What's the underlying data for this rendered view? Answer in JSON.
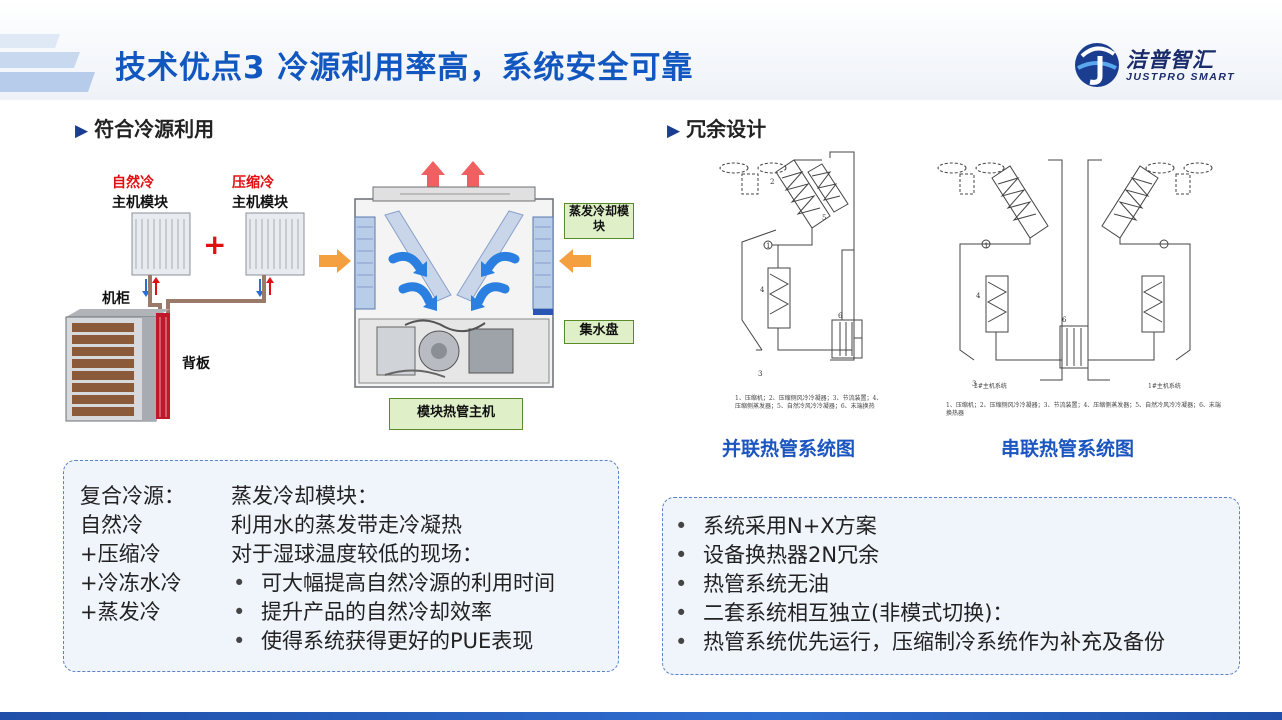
{
  "header": {
    "title": "技术优点3  冷源利用率高，系统安全可靠",
    "logo_name": "洁普智汇",
    "logo_sub": "JUSTPRO SMART",
    "accent": "#1257c0"
  },
  "left": {
    "section_title": "符合冷源利用",
    "natural_cool": "自然冷",
    "compress_cool": "压缩冷",
    "host_module": "主机模块",
    "plus": "+",
    "cabinet": "机柜",
    "back_panel": "背板",
    "evap_module": "蒸发冷却模块",
    "water_tray": "集水盘",
    "unit_caption": "模块热管主机",
    "box": {
      "col1": [
        "复合冷源：",
        "自然冷",
        "+压缩冷",
        "+冷冻水冷",
        "+蒸发冷"
      ],
      "col2_lines": [
        "蒸发冷却模块：",
        "利用水的蒸发带走冷凝热",
        "对于湿球温度较低的现场："
      ],
      "col2_bullets": [
        "可大幅提高自然冷源的利用时间",
        "提升产品的自然冷却效率",
        "使得系统获得更好的PUE表现"
      ]
    }
  },
  "right": {
    "section_title": "冗余设计",
    "parallel_caption": "并联热管系统图",
    "serial_caption": "串联热管系统图",
    "diagram1_note": "1、压缩机；2、压缩侧风冷冷凝器；3、节流装置；4、压缩侧蒸发器；5、自然冷风冷冷凝器；6、末端换热",
    "diagram2_note": "1、压缩机；2、压缩侧风冷冷凝器；3、节流装置；4、压缩侧蒸发器；5、自然冷风冷冷凝器；6、末端换热器",
    "diagram2_labels": [
      "2#主机系统",
      "1#主机系统"
    ],
    "bullets": [
      "系统采用N+X方案",
      "设备换热器2N冗余",
      "热管系统无油",
      "二套系统相互独立(非模式切换)：",
      "热管系统优先运行，压缩制冷系统作为补充及备份"
    ]
  }
}
